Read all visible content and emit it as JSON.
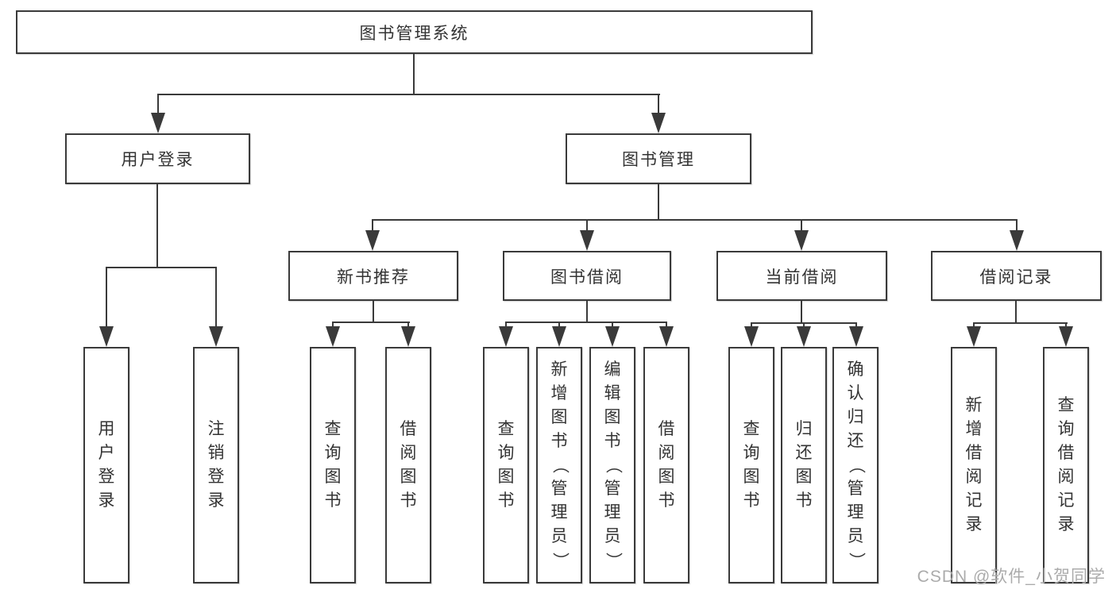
{
  "diagram": {
    "title_node": {
      "label": "图书管理系统"
    },
    "level2": {
      "user_login": {
        "label": "用户登录"
      },
      "book_management": {
        "label": "图书管理"
      }
    },
    "level3": {
      "new_book_recommend": {
        "label": "新书推荐"
      },
      "book_borrow": {
        "label": "图书借阅"
      },
      "current_borrow": {
        "label": "当前借阅"
      },
      "borrow_records": {
        "label": "借阅记录"
      }
    },
    "leaves": {
      "user_login": [
        {
          "label": "用户登录"
        },
        {
          "label": "注销登录"
        }
      ],
      "new_book_recommend": [
        {
          "label": "查询图书"
        },
        {
          "label": "借阅图书"
        }
      ],
      "book_borrow": [
        {
          "label": "查询图书"
        },
        {
          "label": "新增图书（管理员）"
        },
        {
          "label": "编辑图书（管理员）"
        },
        {
          "label": "借阅图书"
        }
      ],
      "current_borrow": [
        {
          "label": "查询图书"
        },
        {
          "label": "归还图书"
        },
        {
          "label": "确认归还（管理员）"
        }
      ],
      "borrow_records": [
        {
          "label": "新增借阅记录"
        },
        {
          "label": "查询借阅记录"
        }
      ]
    }
  },
  "watermark": {
    "text": "CSDN @软件_小贺同学"
  },
  "colors": {
    "line": "#3a3a3a",
    "text": "#333333",
    "watermark": "#ababab",
    "background": "#ffffff"
  }
}
